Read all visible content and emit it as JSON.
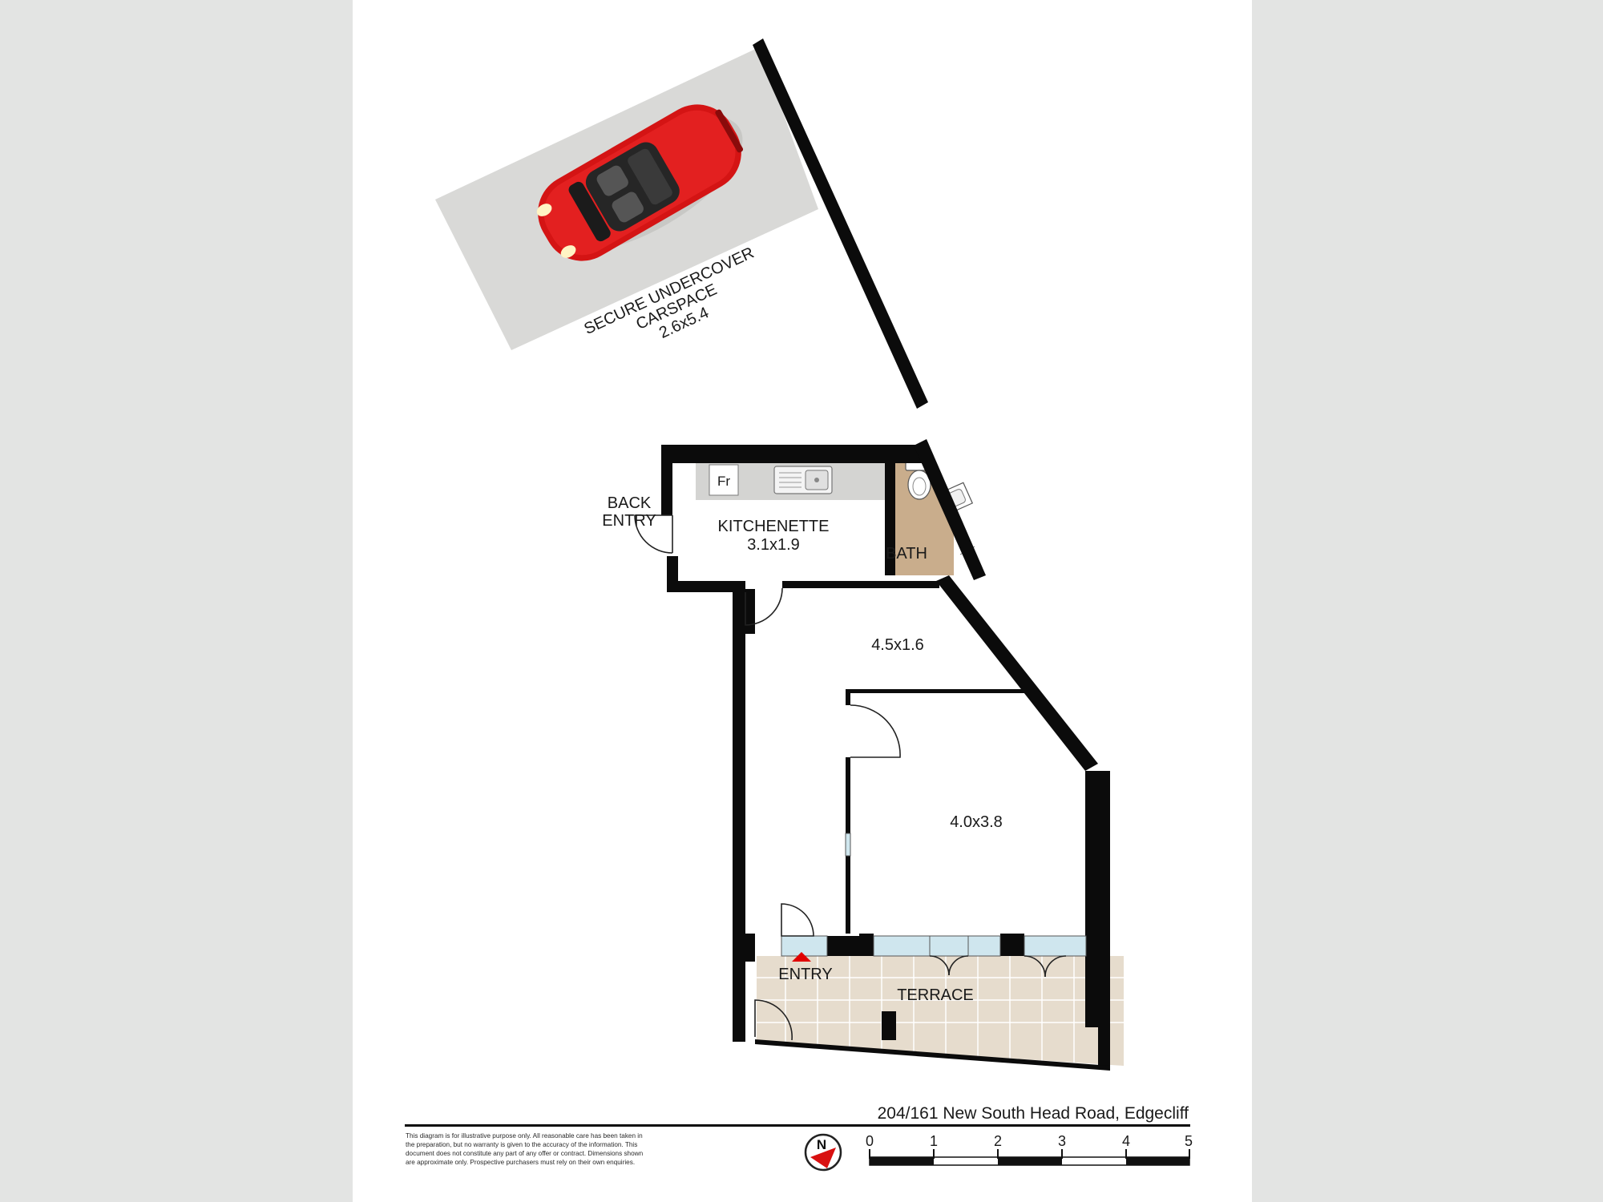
{
  "plan": {
    "carspace": {
      "line1": "SECURE UNDERCOVER",
      "line2": "CARSPACE",
      "size": "2.6x5.4"
    },
    "back_entry": {
      "line1": "BACK",
      "line2": "ENTRY"
    },
    "kitchenette": {
      "name": "KITCHENETTE",
      "size": "3.1x1.9"
    },
    "fridge": "Fr",
    "bath": "BATH",
    "hall": {
      "size": "4.5x1.6"
    },
    "room": {
      "size": "4.0x3.8"
    },
    "entry": "ENTRY",
    "terrace": "TERRACE"
  },
  "footer": {
    "address": "204/161 New South Head Road, Edgecliff",
    "disclaimer": [
      "This diagram is for illustrative purpose only. All reasonable care has been taken in",
      "the preparation, but no warranty is given to the accuracy of the information. This",
      "document does not constitute any part of any offer or contract. Dimensions shown",
      "are approximate only. Prospective purchasers must rely on their own enquiries."
    ],
    "compass": "N",
    "scale_ticks": [
      "0",
      "1",
      "2",
      "3",
      "4",
      "5"
    ]
  },
  "colors": {
    "wall": "#0b0b0b",
    "carspace": "#d9d9d7",
    "kitchen_bench": "#d4d4d2",
    "bath_floor": "#c9ad8c",
    "terrace_floor": "#e6dccd",
    "glass": "#cfe6ee",
    "car": "#d41414",
    "entry_arrow": "#e00000"
  }
}
